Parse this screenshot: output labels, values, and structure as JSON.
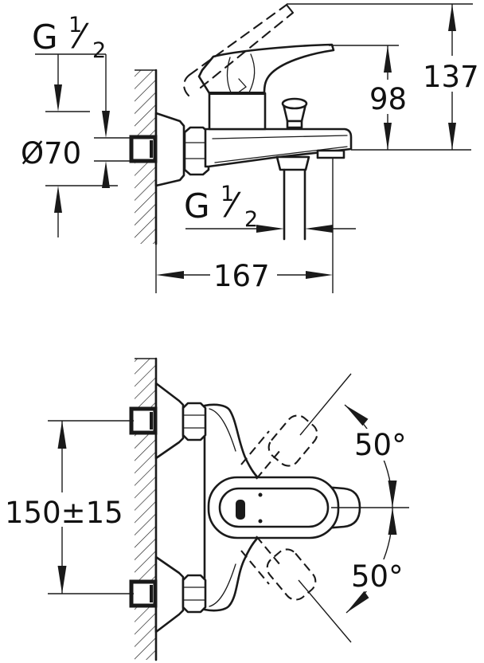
{
  "colors": {
    "line": "#1a1a1a",
    "background": "#ffffff"
  },
  "side_view": {
    "thread_top": {
      "prefix": "G",
      "numerator": "1",
      "slash": "⁄",
      "denominator": "2"
    },
    "escutcheon_diameter": "Ø70",
    "height_to_handle": "98",
    "height_total": "137",
    "thread_spout": {
      "prefix": "G",
      "numerator": "1",
      "slash": "⁄",
      "denominator": "2"
    },
    "spout_projection": "167"
  },
  "front_view": {
    "inlet_center_distance": "150±15",
    "swivel_up": "50°",
    "swivel_down": "50°"
  }
}
